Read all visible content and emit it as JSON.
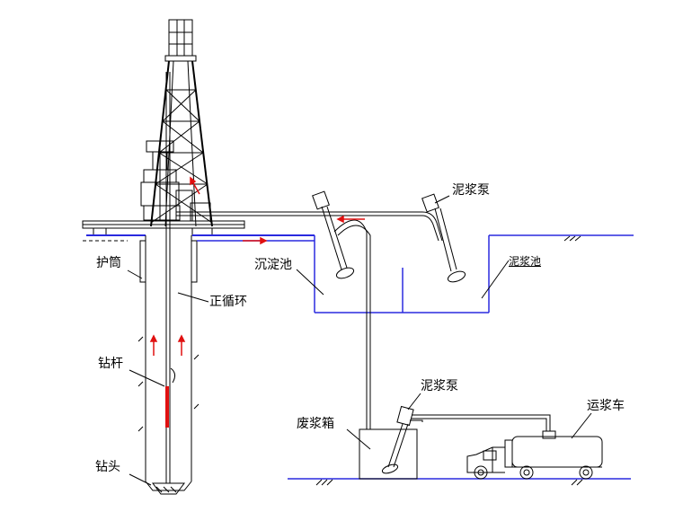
{
  "labels": {
    "casing": "护筒",
    "positive_circulation": "正循环",
    "drill_rod": "钻杆",
    "drill_bit": "钻头",
    "sedimentation_tank": "沉淀池",
    "mud_pump_top": "泥浆泵",
    "mud_pool": "泥浆池",
    "mud_pump_bottom": "泥浆泵",
    "waste_slurry_box": "废浆箱",
    "slurry_truck": "运浆车"
  },
  "colors": {
    "ground_line": "#2a2adf",
    "flow_arrow": "#e01010",
    "line": "#000000"
  }
}
